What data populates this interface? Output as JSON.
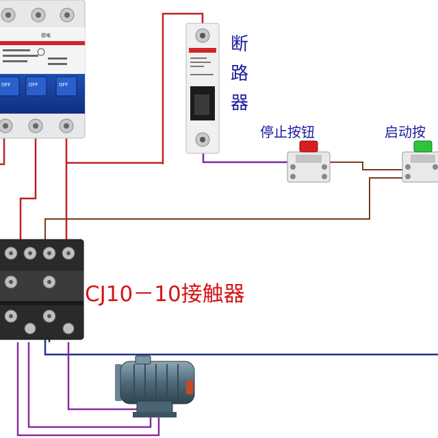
{
  "labels": {
    "breaker": "断路器",
    "stop_button": "停止按钮",
    "start_button": "启动按",
    "contactor": "CJ10－10接触器"
  },
  "main_breaker_markings": {
    "brand": "德电",
    "off_labels": [
      "OFF",
      "OFF",
      "OFF"
    ]
  },
  "colors": {
    "phase_wire": "#c02020",
    "control_wire": "#7a4a1e",
    "neutral_wire": "#1e2f8a",
    "motor_wire": "#8a2aa0",
    "stop_button_cap": "#d81e1e",
    "start_button_cap": "#2ec43c",
    "label_blue": "#1a1aa0",
    "label_red": "#d41414"
  }
}
